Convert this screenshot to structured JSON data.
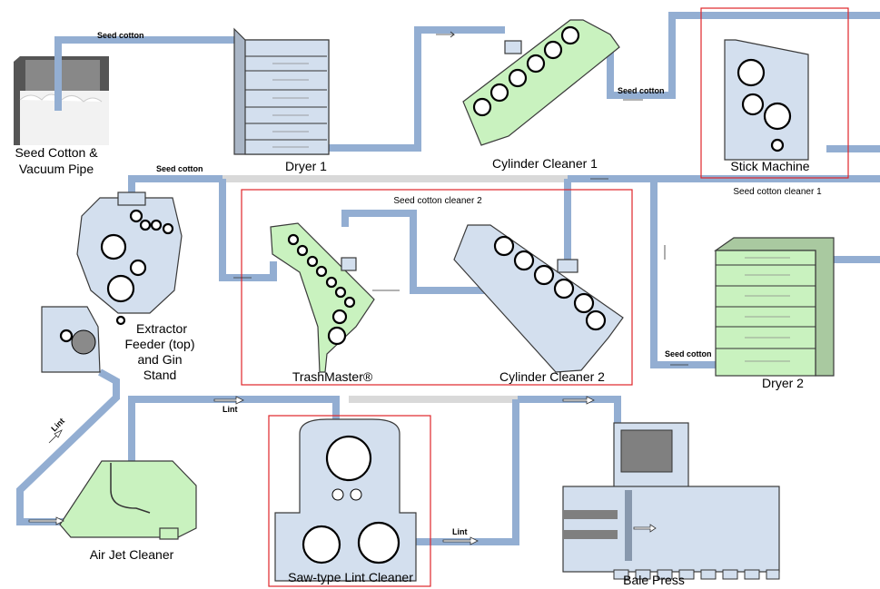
{
  "labels": {
    "seed_cotton_source": [
      "Seed Cotton &",
      "Vacuum Pipe"
    ],
    "dryer1": "Dryer 1",
    "cylinder_cleaner1": "Cylinder Cleaner 1",
    "stick_machine": "Stick Machine",
    "seed_cotton_cleaner1": "Seed cotton cleaner 1",
    "seed_cotton_cleaner2": "Seed cotton cleaner 2",
    "trashmaster": "TrashMaster®",
    "cylinder_cleaner2": "Cylinder Cleaner 2",
    "dryer2": "Dryer 2",
    "extractor": [
      "Extractor",
      "Feeder (top)",
      "and Gin",
      "Stand"
    ],
    "air_jet_cleaner": "Air Jet Cleaner",
    "saw_lint_cleaner": "Saw-type Lint Cleaner",
    "bale_press": "Bale Press"
  },
  "flow_labels": {
    "seed_cotton": "Seed cotton",
    "lint": "Lint"
  },
  "colors": {
    "pipe": "#93aed2",
    "bypass_pipe": "#d9d9d9",
    "machine_blue": "#d3dfee",
    "machine_green": "#c9f2bf",
    "highlight_box": "#e0262a"
  }
}
